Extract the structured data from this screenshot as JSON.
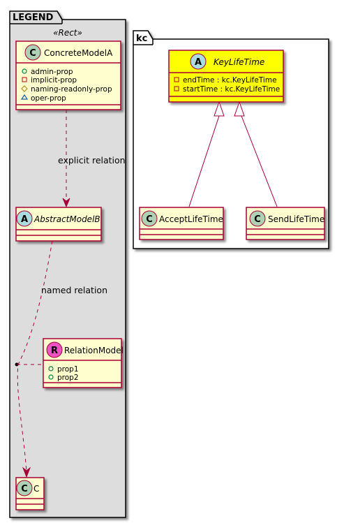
{
  "legend": {
    "title": "LEGEND",
    "stereotype": "«Rect»",
    "classes": {
      "concrete": {
        "kind": "C",
        "name": "ConcreteModelA",
        "members": [
          {
            "visibility": "public",
            "text": "admin-prop"
          },
          {
            "visibility": "private",
            "text": "implicit-prop"
          },
          {
            "visibility": "protected",
            "text": "naming-readonly-prop"
          },
          {
            "visibility": "package",
            "text": "oper-prop"
          }
        ]
      },
      "abstract": {
        "kind": "A",
        "name": "AbstractModelB"
      },
      "relation_model": {
        "kind": "R",
        "name": "RelationModel",
        "members": [
          {
            "visibility": "public",
            "text": "prop1"
          },
          {
            "visibility": "public",
            "text": "prop2"
          }
        ]
      },
      "c": {
        "kind": "C",
        "name": "C"
      }
    },
    "edges": {
      "explicit": "explicit relation",
      "named": "named relation"
    }
  },
  "kc": {
    "title": "kc",
    "classes": {
      "key_life_time": {
        "kind": "A",
        "name": "KeyLifeTime",
        "members": [
          {
            "visibility": "private",
            "text": "endTime : kc.KeyLifeTime"
          },
          {
            "visibility": "private",
            "text": "startTime : kc.KeyLifeTime"
          }
        ]
      },
      "accept": {
        "kind": "C",
        "name": "AcceptLifeTime"
      },
      "send": {
        "kind": "C",
        "name": "SendLifeTime"
      }
    }
  },
  "colors": {
    "class_fill": "#FEFECE",
    "class_border": "#A80036",
    "highlight_fill": "#FFFF00",
    "package_fill_legend": "#DDDDDD",
    "package_fill_kc": "#FFFFFF",
    "circle_class": "#ADD1B2",
    "circle_abstract": "#A9DCDF",
    "circle_relation": "#EB53C2",
    "edge": "#A80036"
  }
}
